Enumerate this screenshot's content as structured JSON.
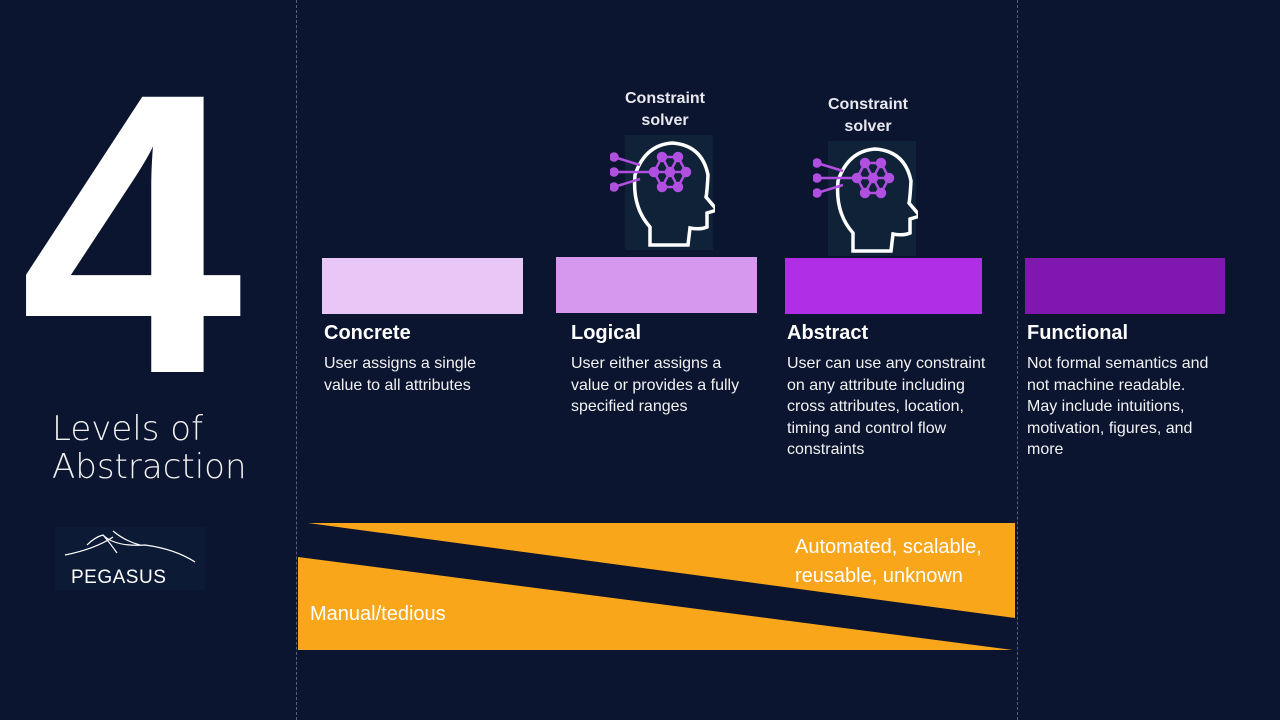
{
  "big_number": "4",
  "subtitle_line1": "Levels of",
  "subtitle_line2": "Abstraction",
  "logo_text": "PEGASUS",
  "solver_label": [
    "Constraint",
    "solver"
  ],
  "levels": [
    {
      "title": "Concrete",
      "desc": "User assigns a single value to all attributes",
      "color": "#e8c6f6"
    },
    {
      "title": "Logical",
      "desc": "User either assigns a value or provides a fully specified ranges",
      "color": "#d697ee"
    },
    {
      "title": "Abstract",
      "desc": "User can use any constraint on any attribute including cross attributes, location, timing and control flow constraints",
      "color": "#b02ee6"
    },
    {
      "title": "Functional",
      "desc": "Not formal semantics and not machine readable. May include intuitions, motivation, figures, and more",
      "color": "#8018b0"
    }
  ],
  "ribbon": {
    "left_label": "Manual/tedious",
    "right_label_line1": "Automated, scalable,",
    "right_label_line2": "reusable, unknown",
    "color": "#f9a61a"
  }
}
